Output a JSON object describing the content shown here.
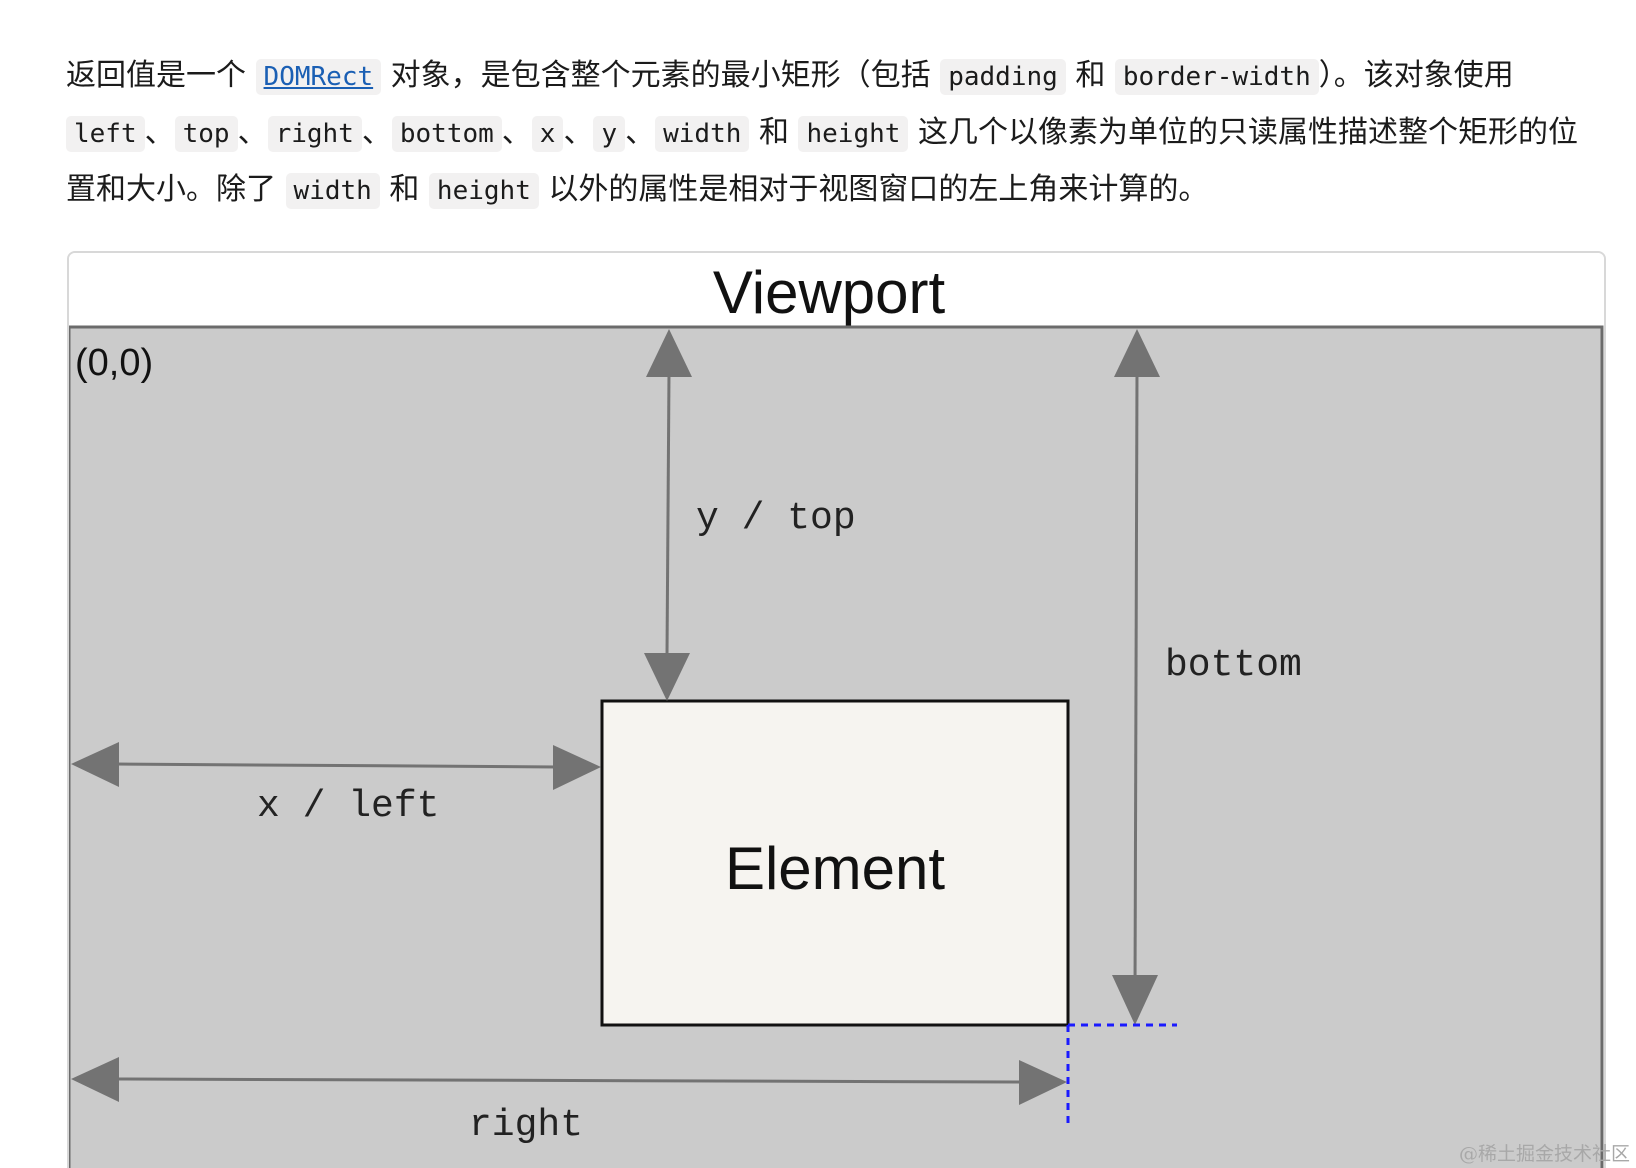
{
  "paragraph": {
    "t1": "返回值是一个",
    "domrect": "DOMRect",
    "t2": "对象，是包含整个元素的最小矩形（包括",
    "padding": "padding",
    "t3": "和",
    "border_width": "border-width",
    "t4": "）。该对象使用",
    "left": "left",
    "sep1": "、",
    "top": "top",
    "sep2": "、",
    "right": "right",
    "sep3": "、",
    "bottom": "bottom",
    "sep4": "、",
    "x": "x",
    "sep5": "、",
    "y": "y",
    "sep6": "、",
    "width": "width",
    "t5": "和",
    "height": "height",
    "t6": "这几个以像素为单位的只读属性描述整个矩形的位置和大小。除了",
    "width2": "width",
    "t7": "和",
    "height2": "height",
    "t8": "以外的属性是相对于视图窗口的左上角来计算的。"
  },
  "diagram": {
    "viewport_title": "Viewport",
    "origin_label": "(0,0)",
    "element_label": "Element",
    "y_top_label": "y / top",
    "x_left_label": "x / left",
    "bottom_label": "bottom",
    "right_label": "right"
  },
  "colors": {
    "viewport_fill": "#cbcbcb",
    "element_fill": "#f6f4f0",
    "arrow": "#737373",
    "guide": "#1a1aff"
  },
  "watermark": "@稀土掘金技术社区"
}
